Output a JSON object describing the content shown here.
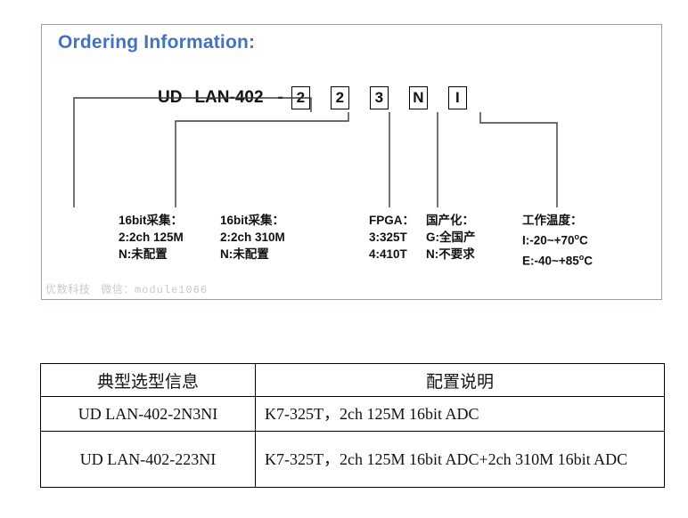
{
  "panel": {
    "title": "Ordering Information:",
    "part_number": {
      "prefix": "UD",
      "family": "LAN-402",
      "dash": "-",
      "codes": [
        "2",
        "2",
        "3",
        "N",
        "I"
      ]
    },
    "descriptors": [
      {
        "heading": "16bit采集：",
        "options": [
          "2:2ch 125M",
          "N:未配置"
        ]
      },
      {
        "heading": "16bit采集：",
        "options": [
          "2:2ch 310M",
          "N:未配置"
        ]
      },
      {
        "heading": "FPGA：",
        "options": [
          "3:325T",
          "4:410T"
        ]
      },
      {
        "heading": "国产化：",
        "options": [
          "G:全国产",
          "N:不要求"
        ]
      },
      {
        "heading": "工作温度：",
        "options": [
          "I:-20~+70",
          "E:-40~+85"
        ],
        "option_suffix": "C",
        "option_degree": "o"
      }
    ],
    "watermark": {
      "brand": "优数科技",
      "channel": "微信：",
      "account": "module1066"
    }
  },
  "table": {
    "headers": [
      "典型选型信息",
      "配置说明"
    ],
    "rows": [
      {
        "model": "UD LAN-402-2N3NI",
        "description": "K7-325T，2ch 125M 16bit ADC"
      },
      {
        "model": "UD LAN-402-223NI",
        "description": "K7-325T，2ch 125M 16bit ADC+2ch 310M 16bit ADC"
      }
    ]
  },
  "colors": {
    "title_blue": "#4272c0",
    "panel_border": "#9aa0a6",
    "text": "#111111",
    "watermark": "#c9c9c9",
    "leader_line": "#3a3a3a"
  }
}
